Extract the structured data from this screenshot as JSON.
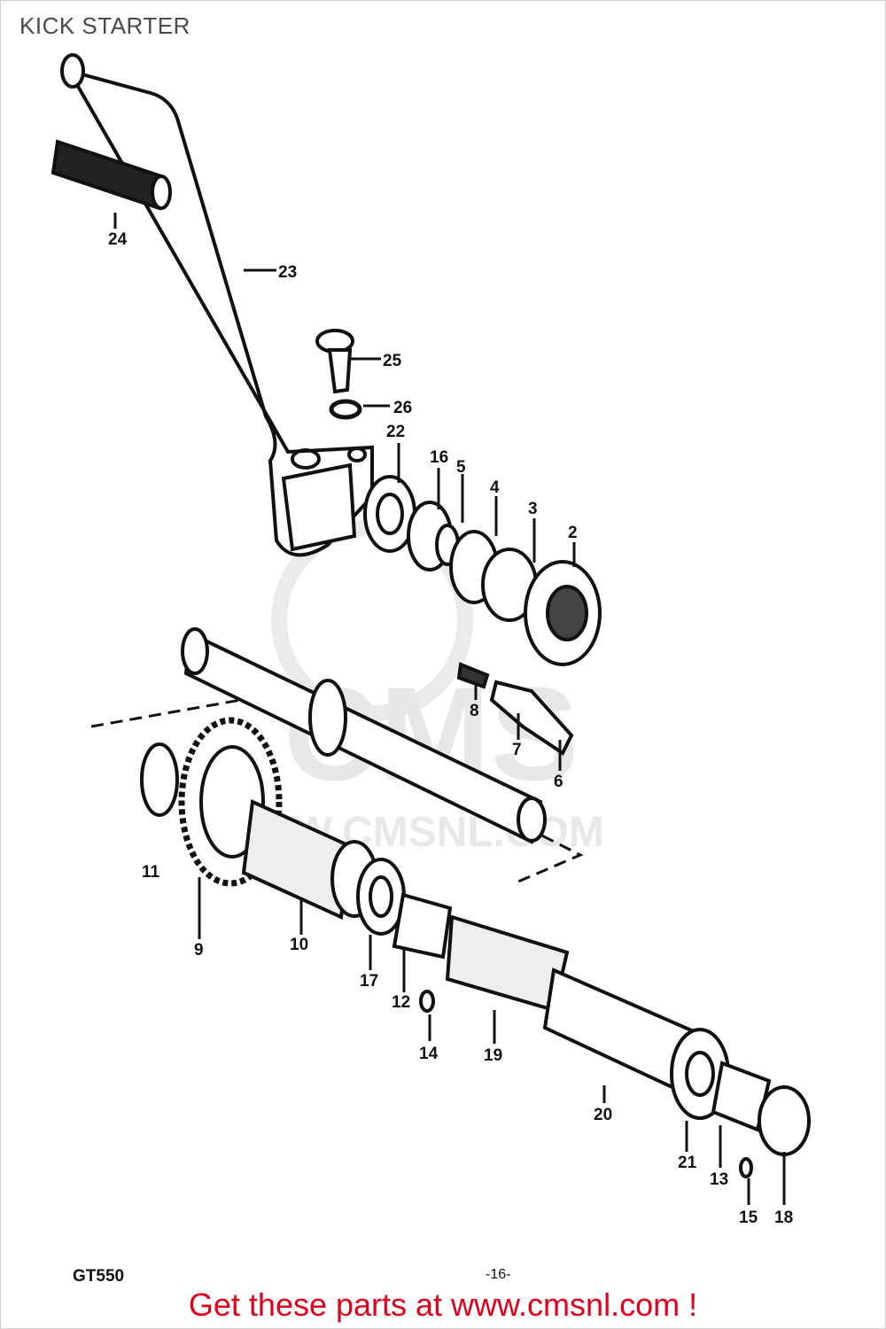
{
  "header": {
    "title": "KICK STARTER"
  },
  "diagram": {
    "model_code": "GT550",
    "page_number": "-16-",
    "callouts": [
      "24",
      "23",
      "25",
      "26",
      "22",
      "16",
      "5",
      "4",
      "3",
      "2",
      "8",
      "7",
      "6",
      "11",
      "9",
      "10",
      "17",
      "12",
      "14",
      "19",
      "20",
      "21",
      "13",
      "15",
      "18"
    ]
  },
  "watermark": {
    "brand": "CMS",
    "url": "W.CMSNL.COM"
  },
  "footer": {
    "cta": "Get these parts at www.cmsnl.com !"
  },
  "colors": {
    "ink": "#111111",
    "cta": "#e0001b",
    "watermark": "#e6e6e6"
  }
}
